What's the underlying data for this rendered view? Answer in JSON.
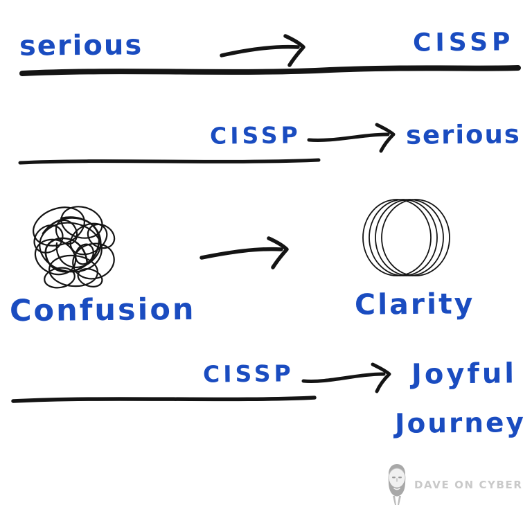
{
  "colors": {
    "ink": "#141414",
    "blue": "#1a4cc0",
    "brand_gray": "#c9c9c9"
  },
  "rows": {
    "row1": {
      "left_label": "serious",
      "right_label": "CISSP"
    },
    "row2": {
      "label": "CISSP",
      "result": "serious"
    },
    "row3": {
      "left_caption": "Confusion",
      "right_caption": "Clarity"
    },
    "row4": {
      "label": "CISSP",
      "result_line1": "Joyful",
      "result_line2": "Journey"
    }
  },
  "footer": {
    "brand": "DAVE ON CYBER"
  },
  "icons": {
    "arrow": "arrow-right-icon",
    "scribble": "confusion-scribble-icon",
    "coil": "clarity-circles-icon",
    "avatar": "dave-avatar"
  }
}
